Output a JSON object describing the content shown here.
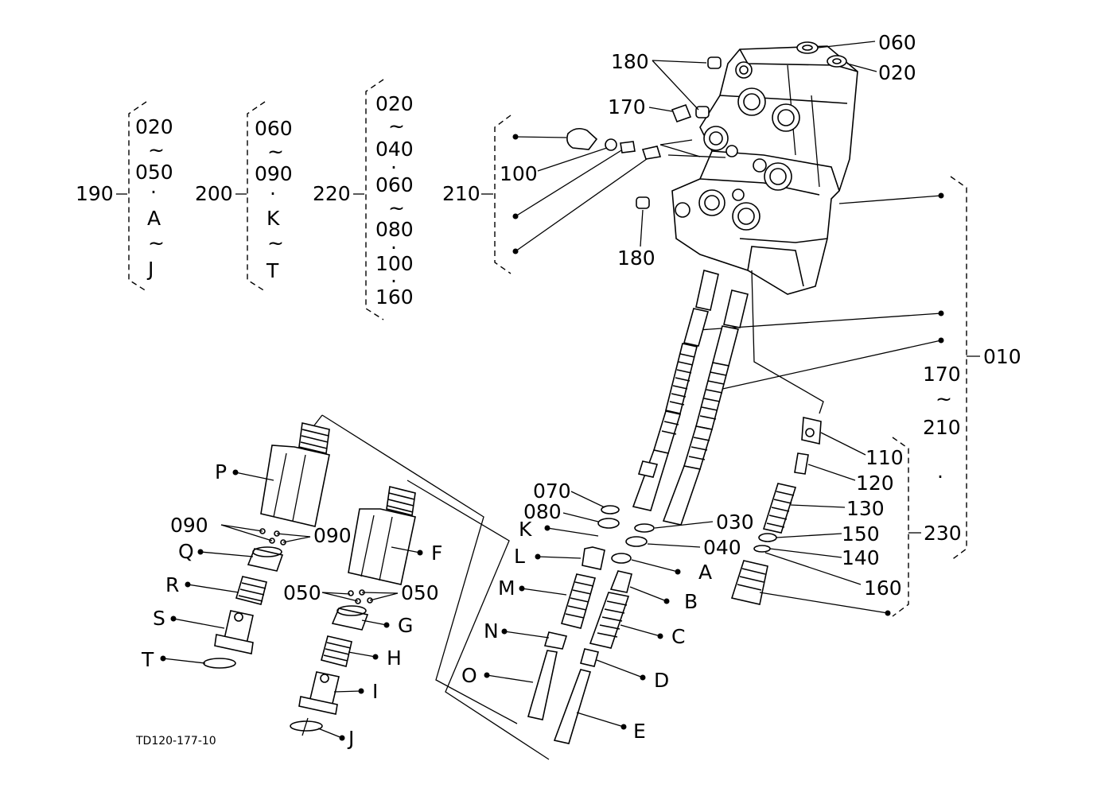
{
  "diagram": {
    "caption": "TD120-177-10",
    "group_190": {
      "id": "190",
      "range": [
        "020",
        "~",
        "050",
        "·",
        "A",
        "~",
        "J"
      ]
    },
    "group_200": {
      "id": "200",
      "range": [
        "060",
        "~",
        "090",
        "·",
        "K",
        "~",
        "T"
      ]
    },
    "group_220": {
      "id": "220",
      "range": [
        "020",
        "~",
        "040",
        "·",
        "060",
        "~",
        "080",
        "·",
        "100",
        "·",
        "160"
      ]
    },
    "group_210": {
      "id": "210"
    },
    "group_010": {
      "id": "010",
      "range": [
        "170",
        "~",
        "210",
        "·"
      ]
    },
    "group_230": {
      "id": "230"
    },
    "callouts": {
      "c060": "060",
      "c020": "020",
      "c180a": "180",
      "c170": "170",
      "c100": "100",
      "c180b": "180",
      "c110": "110",
      "c120": "120",
      "c130": "130",
      "c150": "150",
      "c140": "140",
      "c160": "160",
      "c070": "070",
      "c080": "080",
      "c030": "030",
      "c040": "040",
      "K": "K",
      "L": "L",
      "M": "M",
      "N": "N",
      "O": "O",
      "A": "A",
      "B": "B",
      "C": "C",
      "D": "D",
      "E": "E",
      "P": "P",
      "Q": "Q",
      "R": "R",
      "S": "S",
      "T": "T",
      "F": "F",
      "G": "G",
      "H": "H",
      "I": "I",
      "J": "J",
      "c090a": "090",
      "c090b": "090",
      "c050a": "050",
      "c050b": "050"
    }
  }
}
